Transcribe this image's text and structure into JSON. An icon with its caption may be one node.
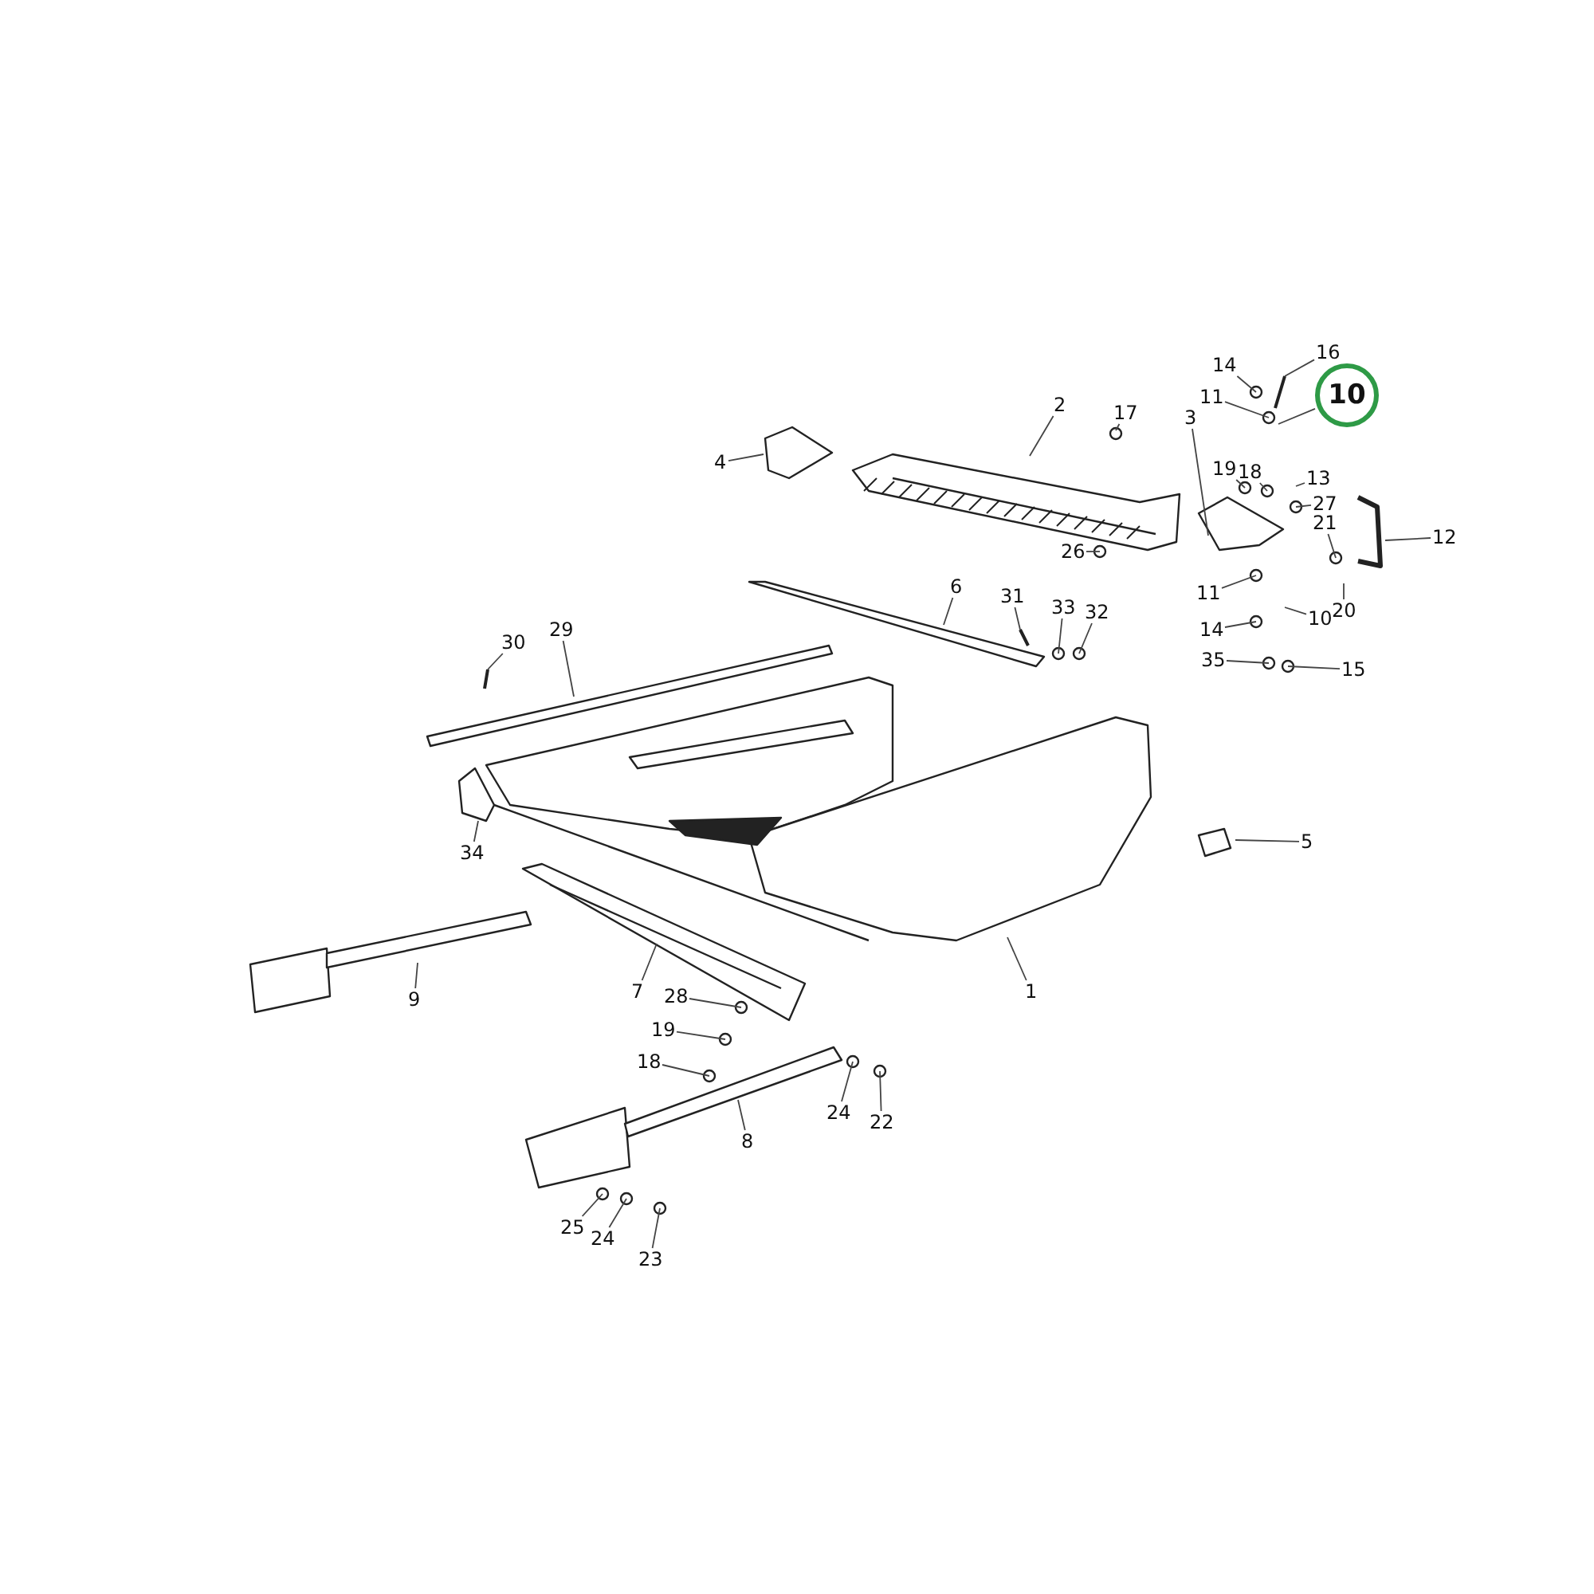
{
  "diagram": {
    "nodes": [
      {
        "text": [
          "16"
        ]
      },
      {
        "text": [
          "14"
        ]
      },
      {
        "text": [
          "10"
        ]
      },
      {
        "text": [
          "11"
        ]
      },
      {
        "text": [
          "3"
        ]
      },
      {
        "text": [
          "2"
        ]
      },
      {
        "text": [
          "17"
        ]
      },
      {
        "text": [
          "4"
        ]
      },
      {
        "text": [
          "19"
        ]
      },
      {
        "text": [
          "18"
        ]
      },
      {
        "text": [
          "13"
        ]
      },
      {
        "text": [
          "27"
        ]
      },
      {
        "text": [
          "21"
        ]
      },
      {
        "text": [
          "12"
        ]
      },
      {
        "text": [
          "26"
        ]
      },
      {
        "text": [
          "11"
        ]
      },
      {
        "text": [
          "20"
        ]
      },
      {
        "text": [
          "14"
        ]
      },
      {
        "text": [
          "10"
        ]
      },
      {
        "text": [
          "35"
        ]
      },
      {
        "text": [
          "15"
        ]
      },
      {
        "text": [
          "6"
        ]
      },
      {
        "text": [
          "31"
        ]
      },
      {
        "text": [
          "33"
        ]
      },
      {
        "text": [
          "32"
        ]
      },
      {
        "text": [
          "30"
        ]
      },
      {
        "text": [
          "29"
        ]
      },
      {
        "text": [
          "34"
        ]
      },
      {
        "text": [
          "5"
        ]
      },
      {
        "text": [
          "9"
        ]
      },
      {
        "text": [
          "1"
        ]
      },
      {
        "text": [
          "7"
        ]
      },
      {
        "text": [
          "28"
        ]
      },
      {
        "text": [
          "19"
        ]
      },
      {
        "text": [
          "18"
        ]
      },
      {
        "text": [
          "8"
        ]
      },
      {
        "text": [
          "24"
        ]
      },
      {
        "text": [
          "22"
        ]
      },
      {
        "text": [
          "25"
        ]
      },
      {
        "text": [
          "24"
        ]
      },
      {
        "text": [
          "23"
        ]
      }
    ],
    "edges": [
      {
        "from": 0,
        "to": null,
        "arrow": "none"
      },
      {
        "from": 1,
        "to": null,
        "arrow": "none"
      },
      {
        "from": 2,
        "to": null,
        "arrow": "none"
      },
      {
        "from": 3,
        "to": null,
        "arrow": "none"
      },
      {
        "from": 4,
        "to": null,
        "arrow": "none"
      },
      {
        "from": 5,
        "to": null,
        "arrow": "none"
      },
      {
        "from": 6,
        "to": null,
        "arrow": "none"
      },
      {
        "from": 7,
        "to": null,
        "arrow": "none"
      },
      {
        "from": 8,
        "to": null,
        "arrow": "none"
      },
      {
        "from": 9,
        "to": null,
        "arrow": "none"
      },
      {
        "from": 10,
        "to": null,
        "arrow": "none"
      },
      {
        "from": 11,
        "to": null,
        "arrow": "none"
      },
      {
        "from": 12,
        "to": null,
        "arrow": "none"
      },
      {
        "from": 13,
        "to": null,
        "arrow": "none"
      },
      {
        "from": 14,
        "to": null,
        "arrow": "none"
      },
      {
        "from": 15,
        "to": null,
        "arrow": "none"
      },
      {
        "from": 16,
        "to": null,
        "arrow": "none"
      },
      {
        "from": 17,
        "to": null,
        "arrow": "none"
      },
      {
        "from": 18,
        "to": null,
        "arrow": "none"
      },
      {
        "from": 19,
        "to": null,
        "arrow": "none"
      },
      {
        "from": 20,
        "to": null,
        "arrow": "none"
      },
      {
        "from": 21,
        "to": null,
        "arrow": "none"
      },
      {
        "from": 22,
        "to": null,
        "arrow": "none"
      },
      {
        "from": 23,
        "to": null,
        "arrow": "none"
      },
      {
        "from": 24,
        "to": null,
        "arrow": "none"
      },
      {
        "from": 25,
        "to": null,
        "arrow": "none"
      },
      {
        "from": 26,
        "to": null,
        "arrow": "none"
      },
      {
        "from": 27,
        "to": null,
        "arrow": "none"
      },
      {
        "from": 28,
        "to": null,
        "arrow": "none"
      },
      {
        "from": 29,
        "to": null,
        "arrow": "none"
      },
      {
        "from": 30,
        "to": null,
        "arrow": "none"
      },
      {
        "from": 31,
        "to": null,
        "arrow": "none"
      },
      {
        "from": 32,
        "to": null,
        "arrow": "none"
      },
      {
        "from": 33,
        "to": null,
        "arrow": "none"
      },
      {
        "from": 34,
        "to": null,
        "arrow": "none"
      },
      {
        "from": 35,
        "to": null,
        "arrow": "none"
      },
      {
        "from": 36,
        "to": null,
        "arrow": "none"
      },
      {
        "from": 37,
        "to": null,
        "arrow": "none"
      },
      {
        "from": 38,
        "to": null,
        "arrow": "none"
      },
      {
        "from": 39,
        "to": null,
        "arrow": "none"
      },
      {
        "from": 40,
        "to": null,
        "arrow": "none"
      }
    ]
  }
}
